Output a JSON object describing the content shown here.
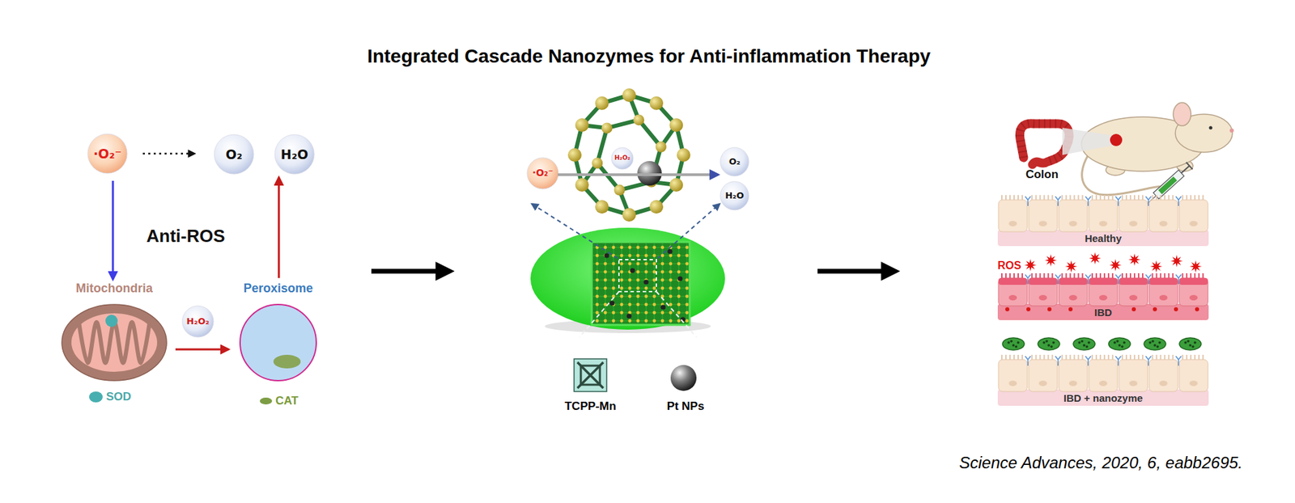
{
  "diagram": {
    "title": "Integrated Cascade Nanozymes for Anti-inflammation Therapy",
    "caption": "Science Advances, 2020, 6, eabb2695.",
    "nodes": [
      {
        "text": [
          "·O₂⁻"
        ]
      },
      {
        "text": [
          "O₂"
        ]
      },
      {
        "text": [
          "H₂O"
        ]
      },
      {
        "text": [
          "Mitochondria"
        ]
      },
      {
        "text": [
          "H₂O₂"
        ]
      },
      {
        "text": [
          "Peroxisome"
        ]
      },
      {
        "text": [
          "·O₂⁻"
        ]
      },
      {
        "text": [
          "H₂O₂"
        ]
      },
      {
        "text": [
          "O₂"
        ]
      },
      {
        "text": [
          "H₂O"
        ]
      },
      {
        "text": [
          "Healthy"
        ]
      },
      {
        "text": [
          "IBD"
        ]
      },
      {
        "text": [
          "IBD + nanozyme"
        ]
      }
    ],
    "edges": [
      {
        "from": 0,
        "to": 1,
        "arrow": "to"
      },
      {
        "from": 0,
        "to": 3,
        "arrow": "to"
      },
      {
        "from": 3,
        "to": 5,
        "arrow": "to"
      },
      {
        "from": 5,
        "to": 2,
        "arrow": "to"
      },
      {
        "from": 6,
        "to": 8,
        "arrow": "to"
      }
    ],
    "labels": [
      "Anti-ROS",
      "Colon",
      "ROS"
    ],
    "legend": [
      {
        "text": "SOD",
        "color": "#47afb0"
      },
      {
        "text": "CAT",
        "color": "#7d9d45"
      },
      {
        "text": "TCPP-Mn"
      },
      {
        "text": "Pt NPs"
      }
    ]
  }
}
